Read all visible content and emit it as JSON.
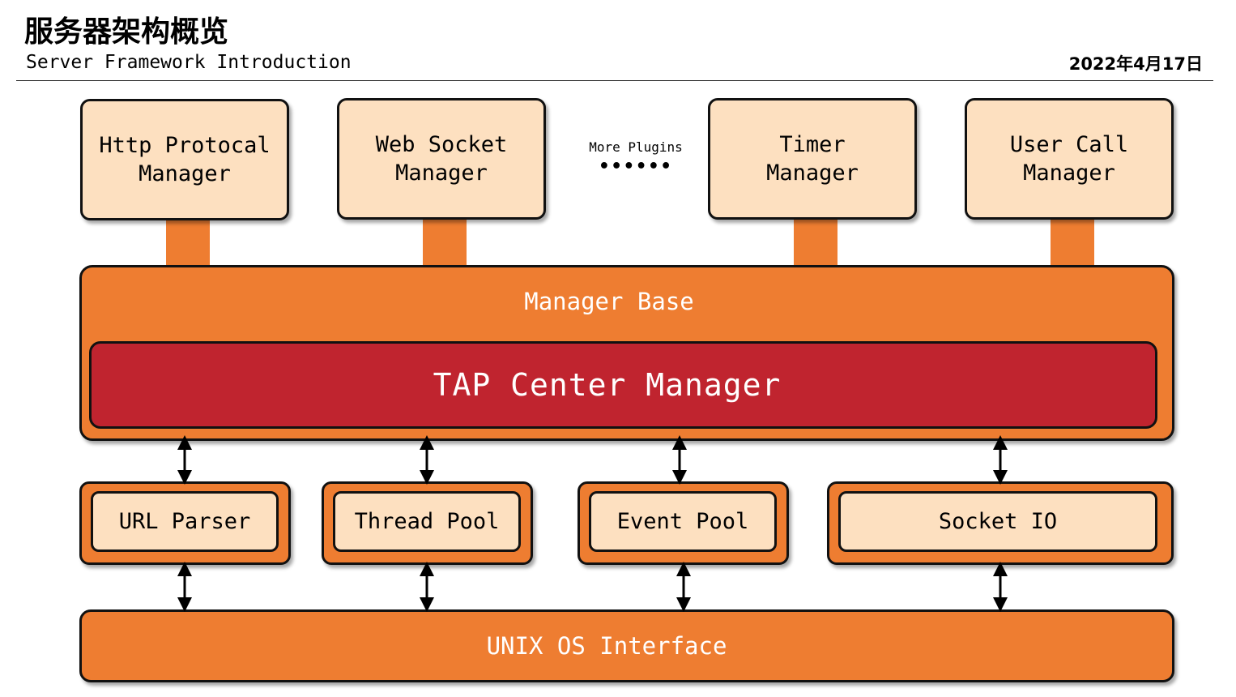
{
  "header": {
    "title_cn": "服务器架构概览",
    "title_en": "Server Framework Introduction",
    "date": "2022年4月17日"
  },
  "plugins": [
    {
      "label": "Http Protocal\nManager"
    },
    {
      "label": "Web Socket\nManager"
    },
    {
      "label": "Timer\nManager"
    },
    {
      "label": "User Call\nManager"
    }
  ],
  "more_plugins": {
    "label": "More Plugins",
    "dots": "••••••"
  },
  "manager_base": {
    "label": "Manager Base"
  },
  "tap_center": {
    "label": "TAP Center Manager"
  },
  "services": [
    {
      "label": "URL Parser"
    },
    {
      "label": "Thread Pool"
    },
    {
      "label": "Event Pool"
    },
    {
      "label": "Socket IO"
    }
  ],
  "os_interface": {
    "label": "UNIX OS Interface"
  },
  "colors": {
    "orange": "#ee7d31",
    "cream": "#fde0c0",
    "red": "#c0242f",
    "outline": "#111111"
  }
}
